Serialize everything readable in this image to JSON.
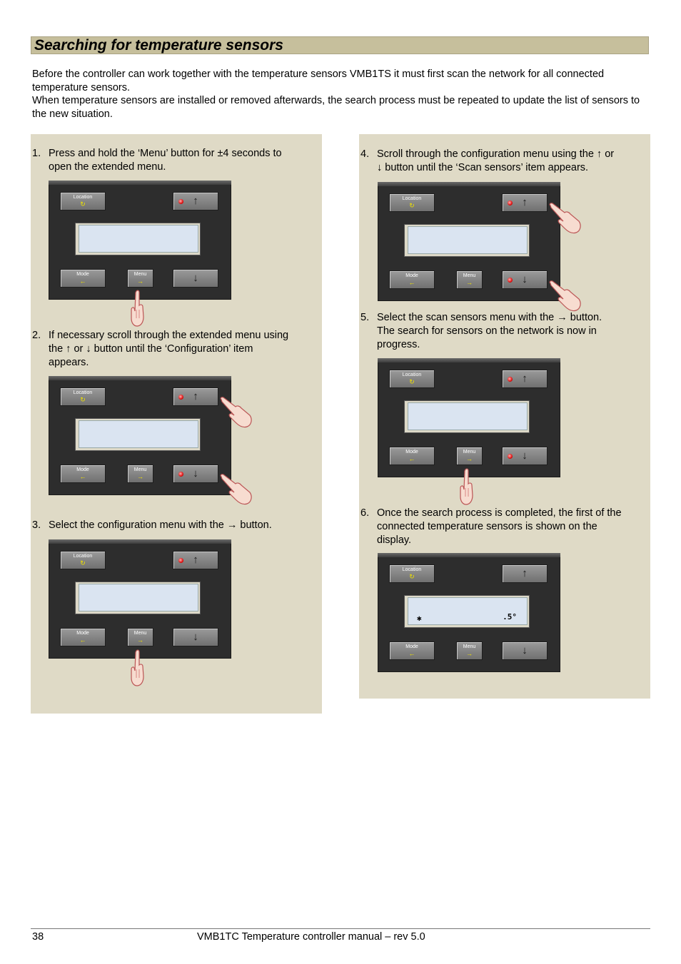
{
  "title": "Searching for temperature sensors",
  "intro": [
    "Before the controller can work together with the temperature sensors VMB1TS it must first scan the network for all connected temperature sensors.",
    "When temperature sensors are installed or removed afterwards, the search process must be repeated to update the list of sensors to the new situation."
  ],
  "steps": [
    {
      "num": "1.",
      "lines": [
        "Press and hold the ‘Menu’ button for ±4 seconds to",
        "open the extended menu."
      ]
    },
    {
      "num": "2.",
      "lines": [
        "If necessary scroll through the extended menu using",
        "the ↑ or ↓ button until the ‘Configuration’ item",
        "appears."
      ]
    },
    {
      "num": "3.",
      "lines": [
        "Select the configuration menu with the → button."
      ]
    },
    {
      "num": "4.",
      "lines": [
        "Scroll through the configuration menu using the ↑ or",
        "↓ button until the ‘Scan sensors’ item appears."
      ]
    },
    {
      "num": "5.",
      "lines": [
        "Select the scan sensors menu with the → button.",
        "The search for sensors on the network is now in",
        "progress."
      ]
    },
    {
      "num": "6.",
      "lines": [
        "Once the search process is completed, the first of the",
        "connected temperature sensors is shown on the",
        "display."
      ]
    }
  ],
  "device": {
    "location_label": "Location",
    "location_sym": "↻",
    "mode_label": "Mode",
    "mode_sym": "←",
    "menu_label": "Menu",
    "menu_sym": "→",
    "up_sym": "↑",
    "down_sym": "↓"
  },
  "display6": {
    "left": "✱",
    "right": ".5°"
  },
  "footer": {
    "page": "38",
    "doc": "VMB1TC Temperature controller manual – rev 5.0"
  }
}
